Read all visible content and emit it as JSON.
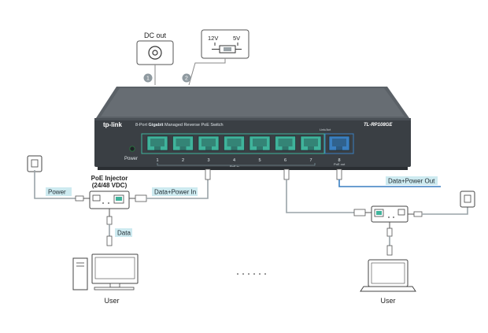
{
  "callouts": {
    "dc_out": "DC out",
    "v12": "12V",
    "v5": "5V",
    "badge1": "1",
    "badge2": "2"
  },
  "switch": {
    "brand": "tp-link",
    "description_bold": "Gigabit",
    "description_pre": "8-Port ",
    "description_post": " Managed Reverse PoE Switch",
    "model": "TL-RP108GE",
    "power_label": "Power",
    "link_act": "Link/Act",
    "poe_in": "PoE in",
    "poe_out": "PoE out",
    "ports": [
      "1",
      "2",
      "3",
      "4",
      "5",
      "6",
      "7",
      "8"
    ]
  },
  "left": {
    "injector_title_line1": "PoE Injector",
    "injector_title_line2": "(24/48 VDC)",
    "power_tag": "Power",
    "data_power_in_tag": "Data+Power In",
    "data_tag": "Data",
    "user_label": "User"
  },
  "right": {
    "data_power_out_tag": "Data+Power Out",
    "user_label": "User"
  },
  "colors": {
    "tag_bg": "#cdeaf0",
    "port_green": "#3fb39b",
    "port_blue": "#3a7fc1",
    "switch_body": "#3a3f44",
    "cable": "#9aa3a8"
  },
  "icons": {
    "dc_jack": "dc-jack-icon",
    "voltage_jumper": "voltage-jumper-icon",
    "wall_outlet": "wall-outlet-icon",
    "poe_injector": "poe-injector-icon",
    "desktop": "desktop-icon",
    "laptop": "laptop-icon"
  }
}
